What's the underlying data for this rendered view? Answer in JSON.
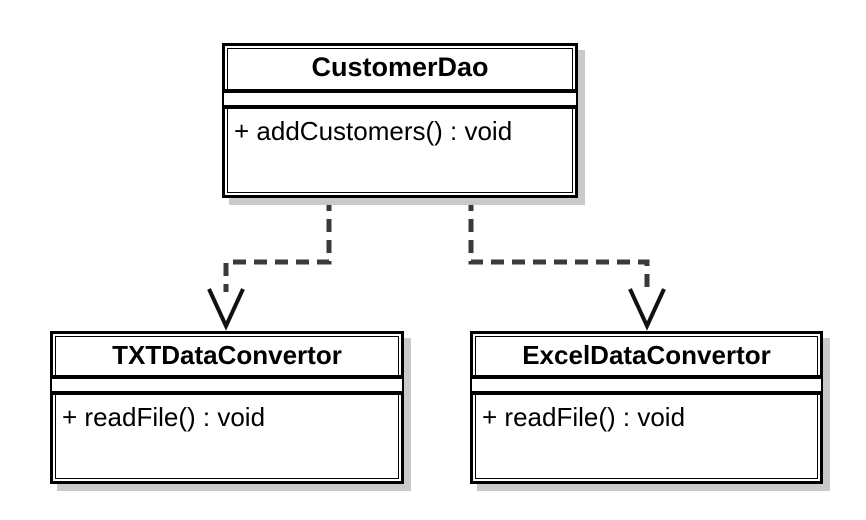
{
  "diagram": {
    "title": "UML class diagram",
    "background_color": "#ffffff",
    "line_color": "#000000",
    "dash_color": "#3a3a3a",
    "shadow_color": "#c9c9c9"
  },
  "classes": [
    {
      "id": "customer-dao",
      "name": "CustomerDao",
      "members": [
        {
          "text": "+ addCustomers() : void",
          "visibility": "+",
          "signature": "addCustomers()",
          "return_type": "void"
        }
      ]
    },
    {
      "id": "txt-convertor",
      "name": "TXTDataConvertor",
      "members": [
        {
          "text": "+ readFile() : void",
          "visibility": "+",
          "signature": "readFile()",
          "return_type": "void"
        }
      ]
    },
    {
      "id": "excel-convertor",
      "name": "ExcelDataConvertor",
      "members": [
        {
          "text": "+ readFile() : void",
          "visibility": "+",
          "signature": "readFile()",
          "return_type": "void"
        }
      ]
    }
  ],
  "relations": [
    {
      "id": "customer-dao-to-txt",
      "from": "CustomerDao",
      "to": "TXTDataConvertor",
      "style": "dashed",
      "arrowhead": "open-v",
      "label": ""
    },
    {
      "id": "customer-dao-to-excel",
      "from": "CustomerDao",
      "to": "ExcelDataConvertor",
      "style": "dashed",
      "arrowhead": "open-v",
      "label": ""
    }
  ]
}
